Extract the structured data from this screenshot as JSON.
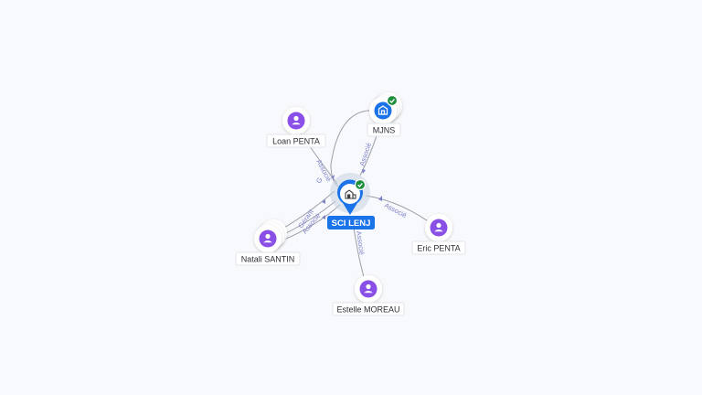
{
  "colors": {
    "person": "#8a4fe6",
    "company": "#1a73e8",
    "verified": "#1e8e3e",
    "edge": "#9aa0a8",
    "edge_label": "#7d82c9"
  },
  "center": {
    "label": "SCI LENJ",
    "icon": "building-icon",
    "verified": true
  },
  "nodes": [
    {
      "id": "loan",
      "label": "Loan PENTA",
      "type": "person",
      "icon": "person-icon"
    },
    {
      "id": "mjns",
      "label": "MJNS",
      "type": "company",
      "icon": "building-icon",
      "verified": true
    },
    {
      "id": "natali",
      "label": "Natali SANTIN",
      "type": "person",
      "icon": "person-icon",
      "stacked": true
    },
    {
      "id": "eric",
      "label": "Eric PENTA",
      "type": "person",
      "icon": "person-icon"
    },
    {
      "id": "estelle",
      "label": "Estelle MOREAU",
      "type": "person",
      "icon": "person-icon"
    }
  ],
  "edges": [
    {
      "from": "loan",
      "label": "Associé"
    },
    {
      "from": "mjns",
      "label": "Associé"
    },
    {
      "from": "natali",
      "label": "G"
    },
    {
      "from": "natali",
      "label": "Gérant"
    },
    {
      "from": "natali",
      "label": "Associé"
    },
    {
      "from": "eric",
      "label": "Associé"
    },
    {
      "from": "estelle",
      "label": "Associé"
    }
  ]
}
